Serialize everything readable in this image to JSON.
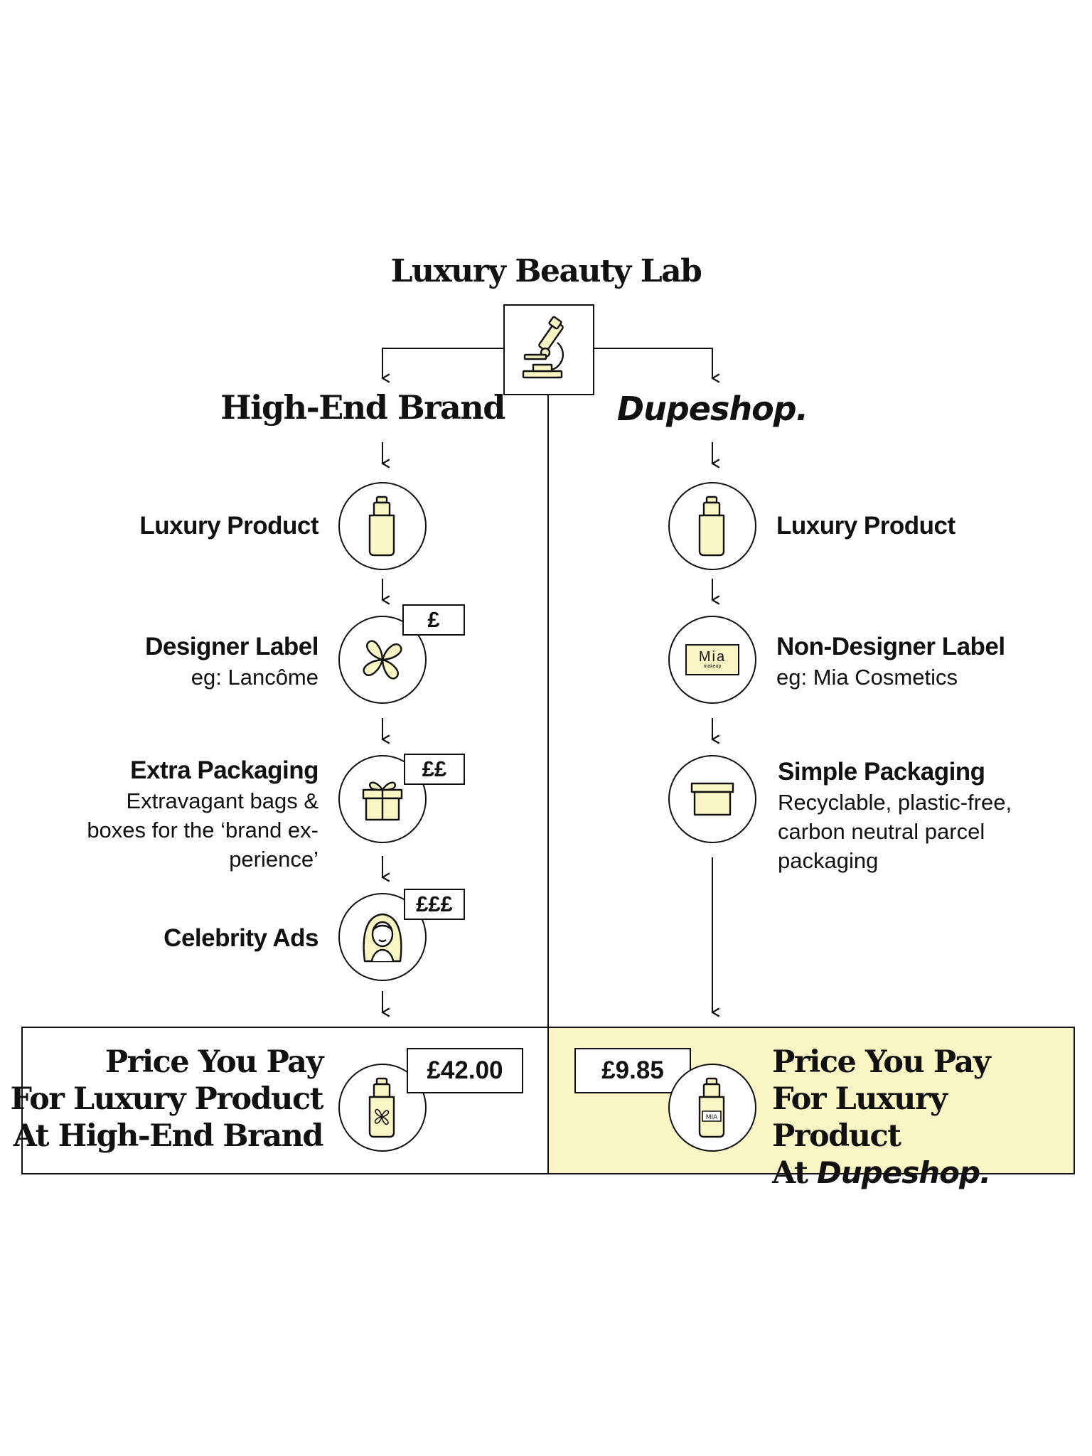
{
  "title": "Luxury Beauty Lab",
  "lab_icon": "microscope-icon",
  "colors": {
    "accent": "#faf5c4",
    "line": "#111111",
    "background": "#ffffff"
  },
  "high_end": {
    "title": "High-End Brand",
    "steps": [
      {
        "name": "Luxury Product",
        "desc": "",
        "icon": "bottle-icon",
        "tag": ""
      },
      {
        "name": "Designer Label",
        "desc": "eg: Lancôme",
        "icon": "flower-logo-icon",
        "tag": "£"
      },
      {
        "name": "Extra Packaging",
        "desc": [
          "Extravagant bags &",
          "boxes for the ‘brand ex-",
          "perience’"
        ],
        "icon": "gift-box-icon",
        "tag": "££"
      },
      {
        "name": "Celebrity Ads",
        "desc": "",
        "icon": "celebrity-icon",
        "tag": "£££"
      }
    ],
    "result": {
      "lines": [
        "Price You Pay",
        "For Luxury Product",
        "At High-End Brand"
      ],
      "price": "£42.00",
      "icon": "branded-bottle-icon"
    }
  },
  "dupeshop": {
    "title": "Dupeshop.",
    "steps": [
      {
        "name": "Luxury Product",
        "desc": "",
        "icon": "bottle-icon"
      },
      {
        "name": "Non-Designer Label",
        "desc": "eg: Mia Cosmetics",
        "icon": "mia-label-icon",
        "label_main": "Mia",
        "label_sub": "makeup"
      },
      {
        "name": "Simple Packaging",
        "desc": [
          "Recyclable, plastic-free,",
          "carbon neutral parcel",
          "packaging"
        ],
        "icon": "parcel-box-icon"
      }
    ],
    "result": {
      "lines": [
        "Price You Pay",
        "For Luxury Product",
        "At"
      ],
      "brand": "Dupeshop.",
      "price": "£9.85",
      "icon": "mia-bottle-icon",
      "bottle_label": "MIA"
    }
  }
}
